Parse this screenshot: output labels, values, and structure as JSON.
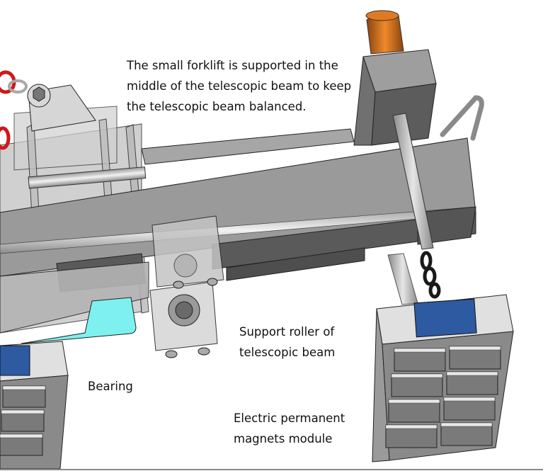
{
  "figure": {
    "kind": "CAD assembly illustration",
    "annotations": {
      "forklift": [
        "The small forklift is supported in the",
        "middle of the telescopic beam to keep",
        "the telescopic beam balanced."
      ],
      "roller": [
        "Support roller of",
        "telescopic beam"
      ],
      "bearing": [
        "Bearing"
      ],
      "magnets": [
        "Electric permanent",
        "magnets module"
      ]
    },
    "colors": {
      "background": "#ffffff",
      "beam": "#9c9c9c",
      "beam_dark": "#5a5a5a",
      "cylinder": "#d9771f",
      "nameplate": "#2d5aa0",
      "bearing_plate": "#7ef0f0",
      "chain": "#1a1a1a",
      "shackle": "#d01818",
      "magnet_pad": "#7a7a7a",
      "magnet_rim": "#8c5a5a"
    }
  }
}
